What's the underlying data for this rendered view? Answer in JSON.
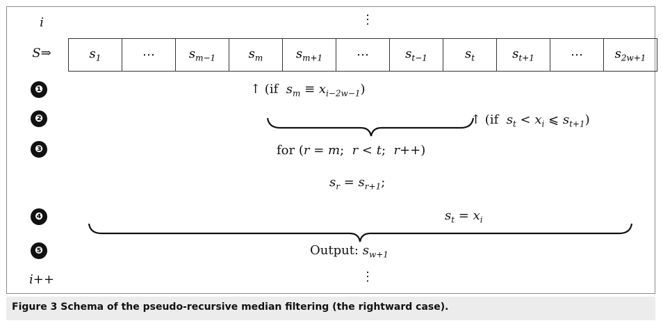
{
  "rows": {
    "top_label": "i",
    "top_dots": "⋮",
    "s_label": "S⇒",
    "bottom_label": "i++",
    "bottom_dots": "⋮"
  },
  "sequence": [
    {
      "base": "s",
      "sub": "1"
    },
    {
      "base": "⋯",
      "sub": ""
    },
    {
      "base": "s",
      "sub": "m−1"
    },
    {
      "base": "s",
      "sub": "m"
    },
    {
      "base": "s",
      "sub": "m+1"
    },
    {
      "base": "⋯",
      "sub": ""
    },
    {
      "base": "s",
      "sub": "t−1"
    },
    {
      "base": "s",
      "sub": "t"
    },
    {
      "base": "s",
      "sub": "t+1"
    },
    {
      "base": "⋯",
      "sub": ""
    },
    {
      "base": "s",
      "sub": "2w+1"
    }
  ],
  "steps": {
    "step1": "❶",
    "step2": "❷",
    "step3": "❸",
    "step4": "❹",
    "step5": "❺"
  },
  "text": {
    "cond1": "↑ (if  s_m ≡ x_{i−2w−1})",
    "cond2": "↑ (if  s_t < x_i ⩽ s_{t+1})",
    "loop": "for (r = m;  r < t;  r++)",
    "assign": "s_r = s_{r+1};",
    "insert": "s_t = x_i",
    "output": "Output: s_{w+1}"
  },
  "caption": "Figure 3 Schema of the pseudo-recursive median filtering (the rightward case)."
}
